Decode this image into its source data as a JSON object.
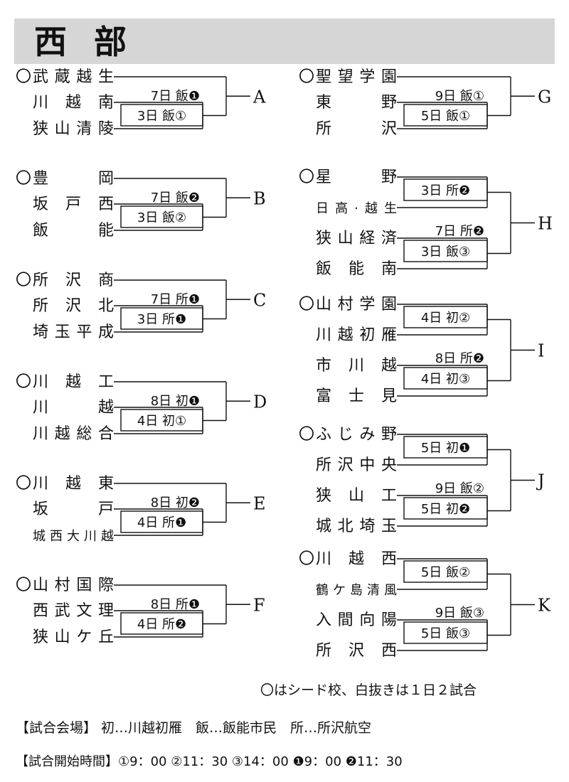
{
  "region": {
    "title": "西部",
    "header_color": "#d6d6d6"
  },
  "brackets": [
    {
      "id": "A",
      "teams": [
        {
          "name": "武蔵越生",
          "seed": true
        },
        {
          "name": "川越南"
        },
        {
          "name": "狭山清陵"
        }
      ],
      "matches": {
        "first": "3日 飯①",
        "final": "7日 飯❶"
      }
    },
    {
      "id": "B",
      "teams": [
        {
          "name": "豊岡",
          "seed": true
        },
        {
          "name": "坂戸西"
        },
        {
          "name": "飯能"
        }
      ],
      "matches": {
        "first": "3日 飯②",
        "final": "7日 飯❷"
      }
    },
    {
      "id": "C",
      "teams": [
        {
          "name": "所沢商",
          "seed": true
        },
        {
          "name": "所沢北"
        },
        {
          "name": "埼玉平成"
        }
      ],
      "matches": {
        "first": "3日 所❶",
        "final": "7日 所❶"
      }
    },
    {
      "id": "D",
      "teams": [
        {
          "name": "川越工",
          "seed": true
        },
        {
          "name": "川越"
        },
        {
          "name": "川越総合"
        }
      ],
      "matches": {
        "first": "4日 初①",
        "final": "8日 初❶"
      }
    },
    {
      "id": "E",
      "teams": [
        {
          "name": "川越東",
          "seed": true
        },
        {
          "name": "坂戸"
        },
        {
          "name": "城西大川越"
        }
      ],
      "matches": {
        "first": "4日 所❶",
        "final": "8日 初❷"
      }
    },
    {
      "id": "F",
      "teams": [
        {
          "name": "山村国際",
          "seed": true
        },
        {
          "name": "西武文理"
        },
        {
          "name": "狭山ケ丘"
        }
      ],
      "matches": {
        "first": "4日 所❷",
        "final": "8日 所❶"
      }
    },
    {
      "id": "G",
      "teams": [
        {
          "name": "聖望学園",
          "seed": true
        },
        {
          "name": "東野"
        },
        {
          "name": "所沢"
        }
      ],
      "matches": {
        "first": "5日 飯①",
        "final": "9日 飯①"
      }
    },
    {
      "id": "H",
      "teams": [
        {
          "name": "星野",
          "seed": true
        },
        {
          "name": "日高·越生"
        },
        {
          "name": "狭山経済"
        },
        {
          "name": "飯能南"
        }
      ],
      "matches": {
        "upper": "3日 所❷",
        "lower": "3日 飯③",
        "final": "7日 所❷"
      }
    },
    {
      "id": "I",
      "teams": [
        {
          "name": "山村学園",
          "seed": true
        },
        {
          "name": "川越初雁"
        },
        {
          "name": "市川越"
        },
        {
          "name": "富士見"
        }
      ],
      "matches": {
        "upper": "4日 初②",
        "lower": "4日 初③",
        "final": "8日 所❷"
      }
    },
    {
      "id": "J",
      "teams": [
        {
          "name": "ふじみ野",
          "seed": true
        },
        {
          "name": "所沢中央"
        },
        {
          "name": "狭山工"
        },
        {
          "name": "城北埼玉"
        }
      ],
      "matches": {
        "upper": "5日 初❶",
        "lower": "5日 初❷",
        "final": "9日 飯②"
      }
    },
    {
      "id": "K",
      "teams": [
        {
          "name": "川越西",
          "seed": true
        },
        {
          "name": "鶴ケ島清風"
        },
        {
          "name": "入間向陽"
        },
        {
          "name": "所沢西"
        }
      ],
      "matches": {
        "upper": "5日 飯②",
        "lower": "5日 飯③",
        "final": "9日 飯③"
      }
    }
  ],
  "seed_mark": "〇",
  "notes": {
    "seed_note": "〇はシード校、白抜きは１日２試合",
    "venue_legend": "【試合会場】 初…川越初雁　飯…飯能市民　所…所沢航空",
    "time_legend": "【試合開始時間】①9：00 ②11：30 ③14：00 ❶9：00 ❷11：30"
  }
}
